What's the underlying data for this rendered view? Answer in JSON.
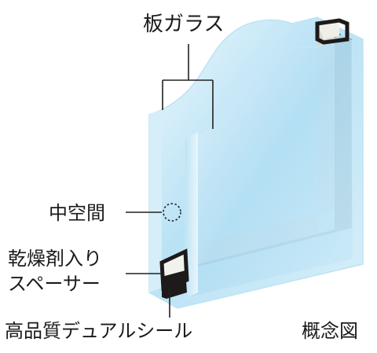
{
  "labels": {
    "plate_glass": "板ガラス",
    "air_space": "中空間",
    "spacer_line1": "乾燥剤入り",
    "spacer_line2": "スペーサー",
    "dual_seal": "高品質デュアルシール",
    "concept": "概念図"
  },
  "colors": {
    "glass_light": "#e4f3fb",
    "glass_mid": "#a9dcf3",
    "glass_edge": "#cde9f6",
    "spacer_face": "#d9d9d2",
    "spacer_dark": "#5f7680",
    "seal": "#1e1a1a",
    "leader": "#222222",
    "text": "#1a1a1a"
  }
}
